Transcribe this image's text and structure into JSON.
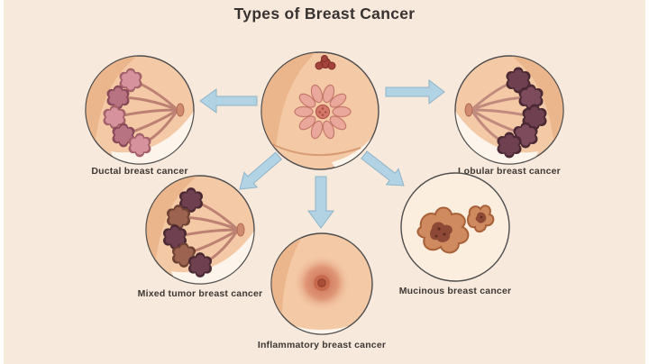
{
  "title": "Types of Breast Cancer",
  "center": {
    "icon": "normal-breast-anatomy-illustration"
  },
  "types": [
    {
      "label": "Ductal breast cancer",
      "icon": "ductal-breast-illustration",
      "position": "top-left"
    },
    {
      "label": "Lobular breast cancer",
      "icon": "lobular-breast-illustration",
      "position": "top-right"
    },
    {
      "label": "Mixed tumor breast cancer",
      "icon": "mixed-tumor-breast-illustration",
      "position": "bottom-left"
    },
    {
      "label": "Mucinous breast cancer",
      "icon": "mucinous-breast-illustration",
      "position": "bottom-right"
    },
    {
      "label": "Inflammatory breast cancer",
      "icon": "inflammatory-breast-illustration",
      "position": "bottom-center"
    }
  ],
  "colors": {
    "background": "#f8e9dd",
    "arrow": "#b2d3e4",
    "skin": "#f4c9a6",
    "title_text": "#383330"
  }
}
